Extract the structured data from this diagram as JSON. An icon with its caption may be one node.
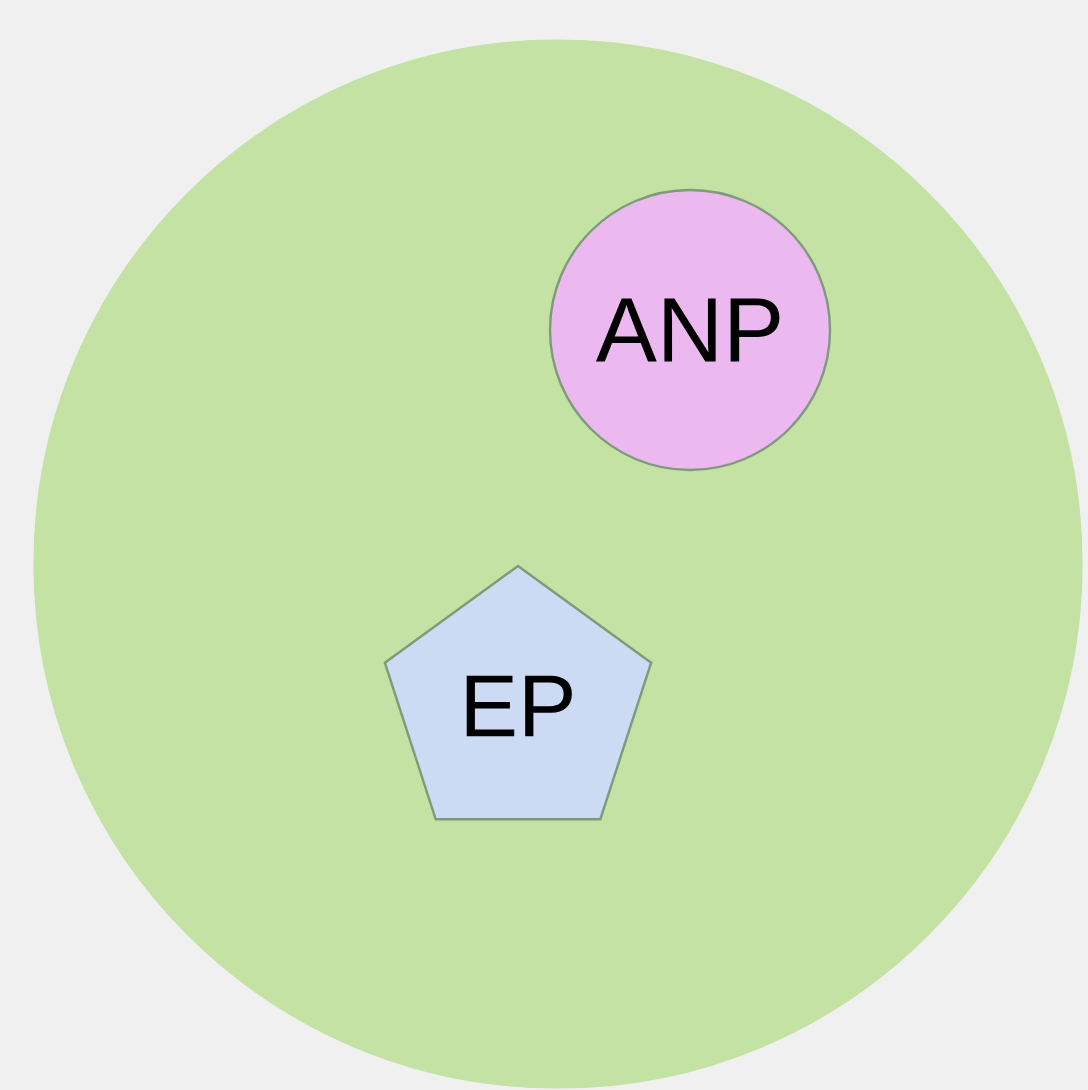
{
  "diagram": {
    "nodes": [
      {
        "text": [],
        "shape": "circle"
      },
      {
        "text": [
          "ANP"
        ],
        "in": 0
      },
      {
        "text": [
          "EP"
        ],
        "in": 0
      }
    ]
  }
}
